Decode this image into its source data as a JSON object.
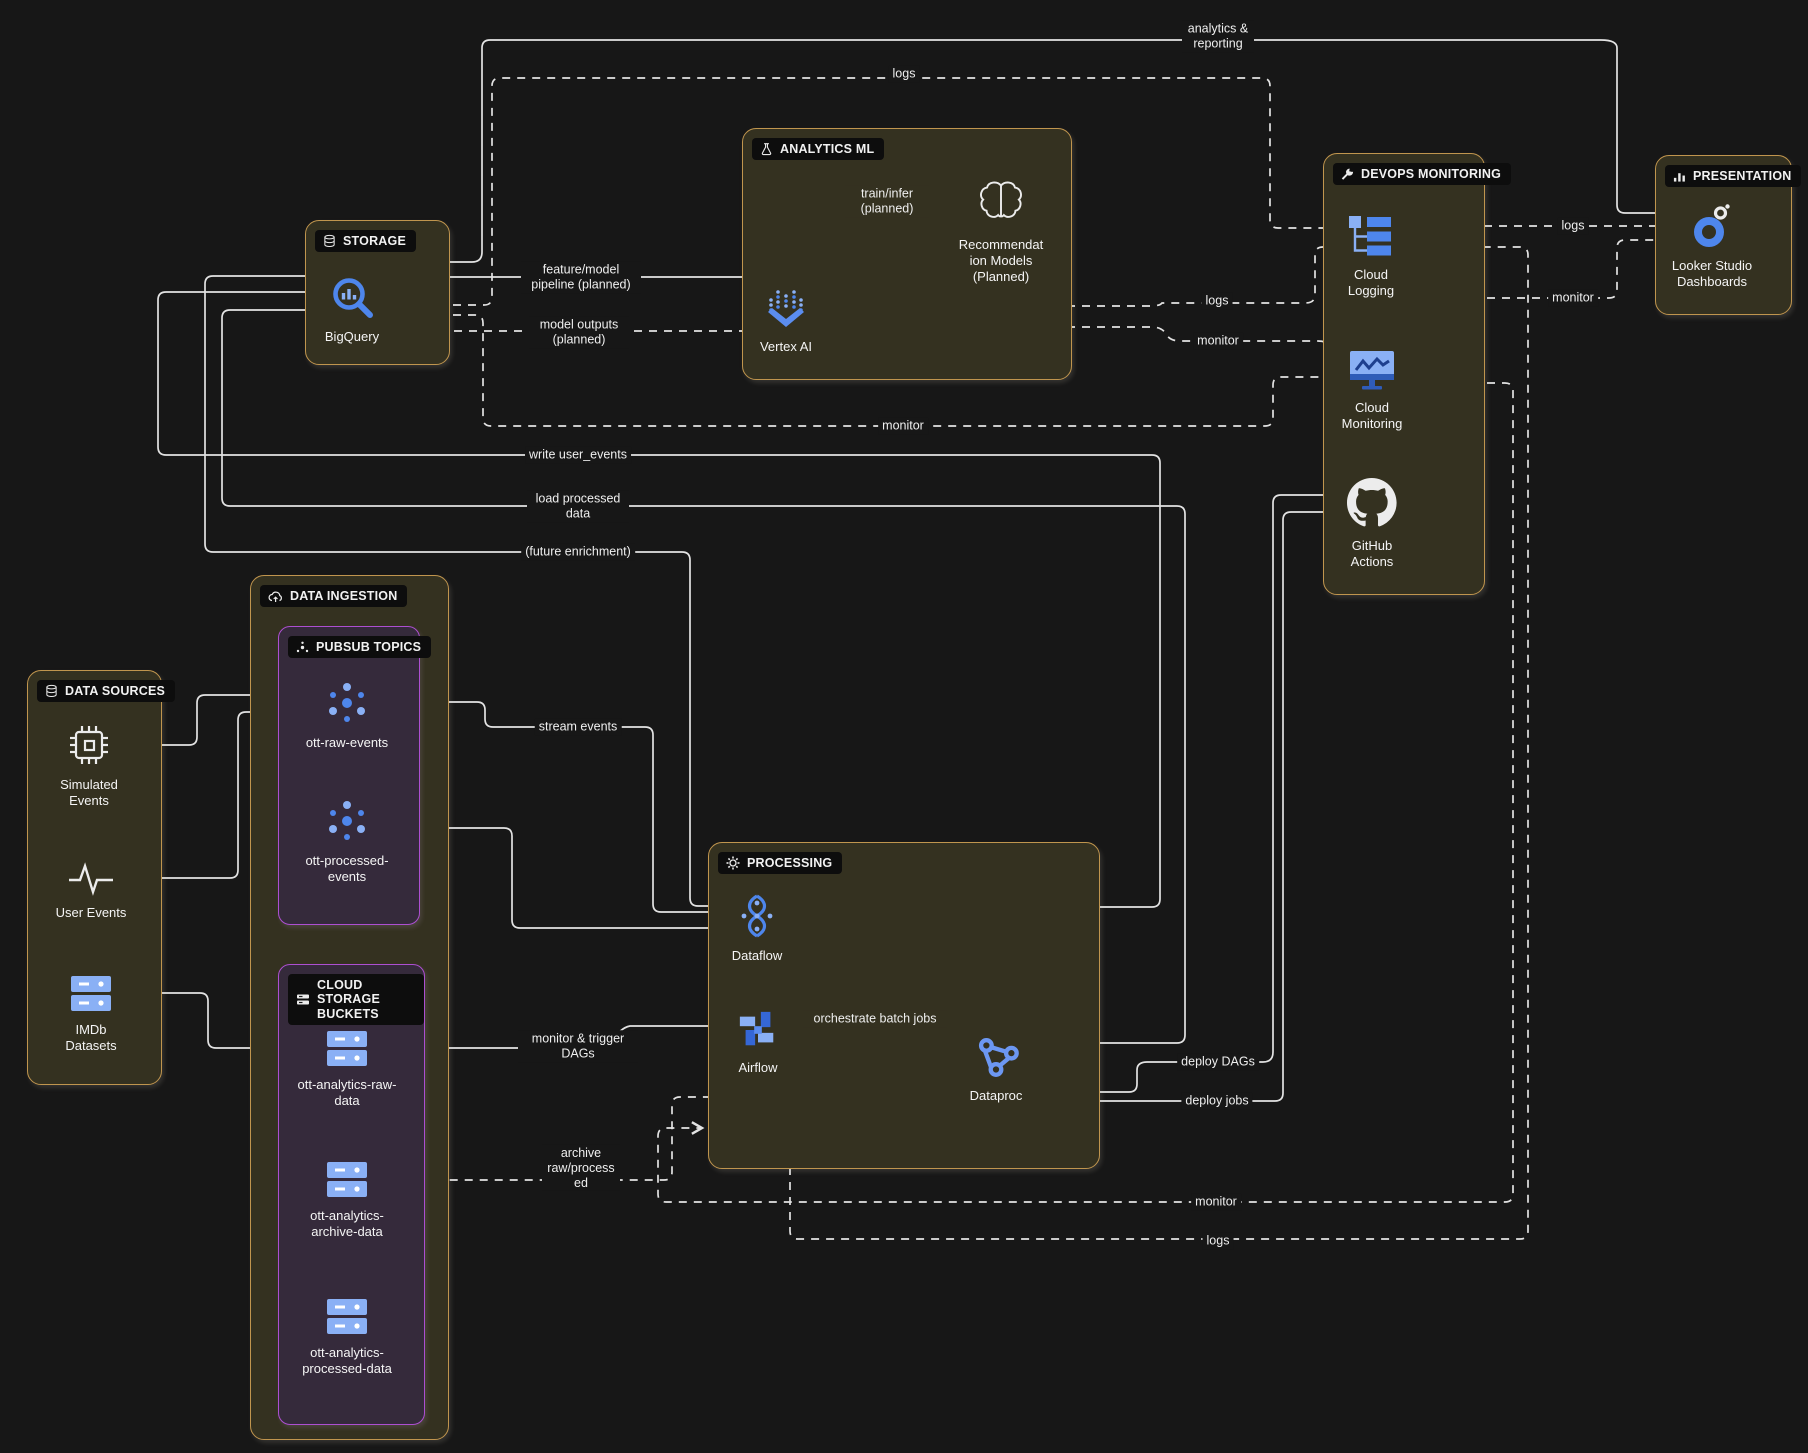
{
  "colors": {
    "background": "#171717",
    "group_fill": "#343120",
    "group_border": "#c0954e",
    "subgroup_fill": "#352a3b",
    "subgroup_border": "#ad4fd1",
    "edge": "#e3e3e3",
    "icon_blue": "#4e86ec",
    "icon_blue_light": "#8ab0f5",
    "badge_bg": "#0d0d0d",
    "text": "#f5f5f5"
  },
  "groups": {
    "storage": {
      "title": "STORAGE",
      "icon": "database-icon",
      "nodes": {
        "bigquery": {
          "label": "BigQuery",
          "icon": "bigquery-icon"
        }
      }
    },
    "analytics_ml": {
      "title": "ANALYTICS ML",
      "icon": "flask-icon",
      "nodes": {
        "vertex_ai": {
          "label": "Vertex AI",
          "icon": "vertex-ai-icon"
        },
        "rec_models": {
          "label": "Recommendation Models (Planned)",
          "icon": "brain-icon"
        }
      }
    },
    "devops": {
      "title": "DEVOPS MONITORING",
      "icon": "wrench-icon",
      "nodes": {
        "cloud_logging": {
          "label": "Cloud Logging",
          "icon": "cloud-logging-icon"
        },
        "cloud_monitoring": {
          "label": "Cloud Monitoring",
          "icon": "cloud-monitoring-icon"
        },
        "github_actions": {
          "label": "GitHub Actions",
          "icon": "github-icon"
        }
      }
    },
    "presentation": {
      "title": "PRESENTATION",
      "icon": "bar-chart-icon",
      "nodes": {
        "looker": {
          "label": "Looker Studio Dashboards",
          "icon": "looker-studio-icon"
        }
      }
    },
    "data_sources": {
      "title": "DATA SOURCES",
      "icon": "database-icon",
      "nodes": {
        "simulated": {
          "label": "Simulated Events",
          "icon": "chip-icon"
        },
        "user_events": {
          "label": "User Events",
          "icon": "pulse-icon"
        },
        "imdb": {
          "label": "IMDb Datasets",
          "icon": "servers-icon"
        }
      }
    },
    "ingestion": {
      "title": "DATA INGESTION",
      "icon": "cloud-upload-icon",
      "subgroups": {
        "pubsub": {
          "title": "PUBSUB TOPICS",
          "icon": "pubsub-icon",
          "nodes": {
            "ott_raw": {
              "label": "ott-raw-events",
              "icon": "pubsub-icon"
            },
            "ott_processed": {
              "label": "ott-processed-events",
              "icon": "pubsub-icon"
            }
          }
        },
        "buckets": {
          "title": "CLOUD STORAGE BUCKETS",
          "icon": "bucket-icon",
          "nodes": {
            "raw_data": {
              "label": "ott-analytics-raw-data",
              "icon": "servers-icon"
            },
            "archive_data": {
              "label": "ott-analytics-archive-data",
              "icon": "servers-icon"
            },
            "processed_data": {
              "label": "ott-analytics-processed-data",
              "icon": "servers-icon"
            }
          }
        }
      }
    },
    "processing": {
      "title": "PROCESSING",
      "icon": "gear-icon",
      "nodes": {
        "dataflow": {
          "label": "Dataflow",
          "icon": "dataflow-icon"
        },
        "airflow": {
          "label": "Airflow",
          "icon": "airflow-icon"
        },
        "dataproc": {
          "label": "Dataproc",
          "icon": "dataproc-icon"
        }
      }
    }
  },
  "edges": [
    {
      "from": "BigQuery",
      "to": "Looker Studio Dashboards",
      "label": "analytics & reporting",
      "style": "solid"
    },
    {
      "from": "BigQuery",
      "to": "Cloud Logging",
      "label": "logs",
      "style": "dashed"
    },
    {
      "from": "BigQuery",
      "to": "Vertex AI",
      "label": "feature/model pipeline (planned)",
      "style": "solid"
    },
    {
      "from": "Vertex AI",
      "to": "BigQuery",
      "label": "model outputs (planned)",
      "style": "dashed"
    },
    {
      "from": "Vertex AI",
      "to": "Recommendation Models (Planned)",
      "label": "train/infer (planned)",
      "style": "solid"
    },
    {
      "from": "Vertex AI",
      "to": "Cloud Logging",
      "label": "logs",
      "style": "dashed"
    },
    {
      "from": "Vertex AI",
      "to": "Cloud Monitoring",
      "label": "monitor",
      "style": "dashed"
    },
    {
      "from": "Cloud Logging",
      "to": "Looker Studio Dashboards",
      "label": "logs",
      "style": "dashed"
    },
    {
      "from": "Cloud Monitoring",
      "to": "Looker Studio Dashboards",
      "label": "monitor",
      "style": "dashed"
    },
    {
      "from": "BigQuery",
      "to": "Cloud Monitoring",
      "label": "monitor",
      "style": "dashed"
    },
    {
      "from": "Dataflow",
      "to": "BigQuery",
      "label": "write user_events",
      "style": "solid"
    },
    {
      "from": "Dataproc",
      "to": "BigQuery",
      "label": "load processed data",
      "style": "solid"
    },
    {
      "from": "BigQuery",
      "to": "Dataflow",
      "label": "(future enrichment)",
      "style": "solid"
    },
    {
      "from": "ott-raw-events",
      "to": "Dataflow",
      "label": "stream events",
      "style": "solid"
    },
    {
      "from": "Simulated Events",
      "to": "ott-raw-events",
      "label": "",
      "style": "solid"
    },
    {
      "from": "User Events",
      "to": "ott-raw-events",
      "label": "",
      "style": "solid"
    },
    {
      "from": "IMDb Datasets",
      "to": "ott-analytics-raw-data",
      "label": "",
      "style": "solid"
    },
    {
      "from": "Dataflow",
      "to": "ott-processed-events",
      "label": "",
      "style": "solid"
    },
    {
      "from": "ott-analytics-raw-data",
      "to": "Airflow",
      "label": "monitor & trigger DAGs",
      "style": "solid"
    },
    {
      "from": "Airflow",
      "to": "Dataproc",
      "label": "orchestrate batch jobs",
      "style": "solid"
    },
    {
      "from": "GitHub Actions",
      "to": "Airflow",
      "label": "deploy DAGs",
      "style": "solid"
    },
    {
      "from": "GitHub Actions",
      "to": "Dataproc",
      "label": "deploy jobs",
      "style": "solid"
    },
    {
      "from": "Dataproc",
      "to": "ott-analytics-archive-data",
      "label": "archive raw/processed",
      "style": "dashed"
    },
    {
      "from": "Cloud Monitoring",
      "to": "Airflow",
      "label": "monitor",
      "style": "dashed"
    },
    {
      "from": "Airflow",
      "to": "Cloud Logging",
      "label": "logs",
      "style": "dashed"
    }
  ]
}
